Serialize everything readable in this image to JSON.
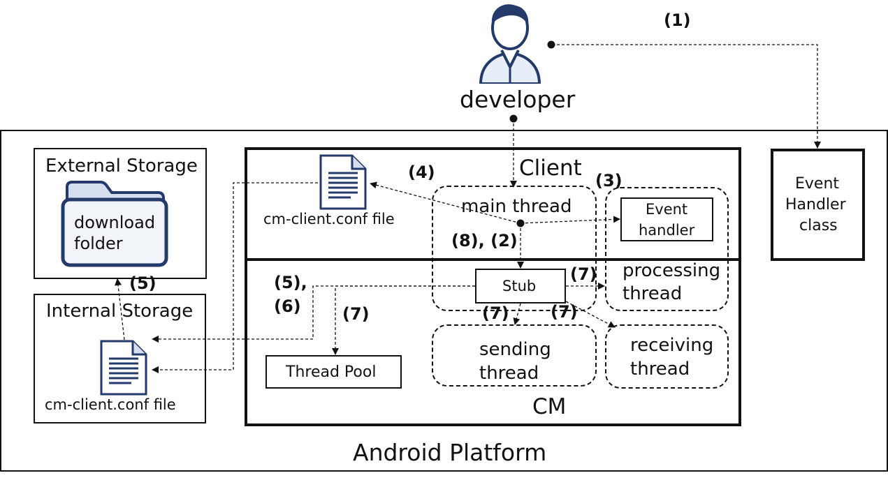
{
  "developer": {
    "label": "developer",
    "step": "(1)"
  },
  "platform": {
    "label": "Android Platform"
  },
  "external_storage": {
    "title": "External Storage",
    "folder_line1": "download",
    "folder_line2": "folder"
  },
  "internal_storage": {
    "title": "Internal Storage",
    "file_label": "cm-client.conf file"
  },
  "client": {
    "title": "Client",
    "file_label": "cm-client.conf file",
    "main_thread": "main thread",
    "event_handler_line1": "Event",
    "event_handler_line2": "handler"
  },
  "cm": {
    "title": "CM",
    "stub": "Stub",
    "thread_pool": "Thread Pool",
    "processing_line1": "processing",
    "processing_line2": "thread",
    "sending_line1": "sending",
    "sending_line2": "thread",
    "receiving_line1": "receiving",
    "receiving_line2": "thread"
  },
  "event_handler_class": {
    "line1": "Event",
    "line2": "Handler",
    "line3": "class"
  },
  "steps": {
    "s3": "(3)",
    "s4": "(4)",
    "s8_2": "(8), (2)",
    "s5_top": "(5),",
    "s6": "(6)",
    "s5": "(5)",
    "s7": "(7)"
  }
}
